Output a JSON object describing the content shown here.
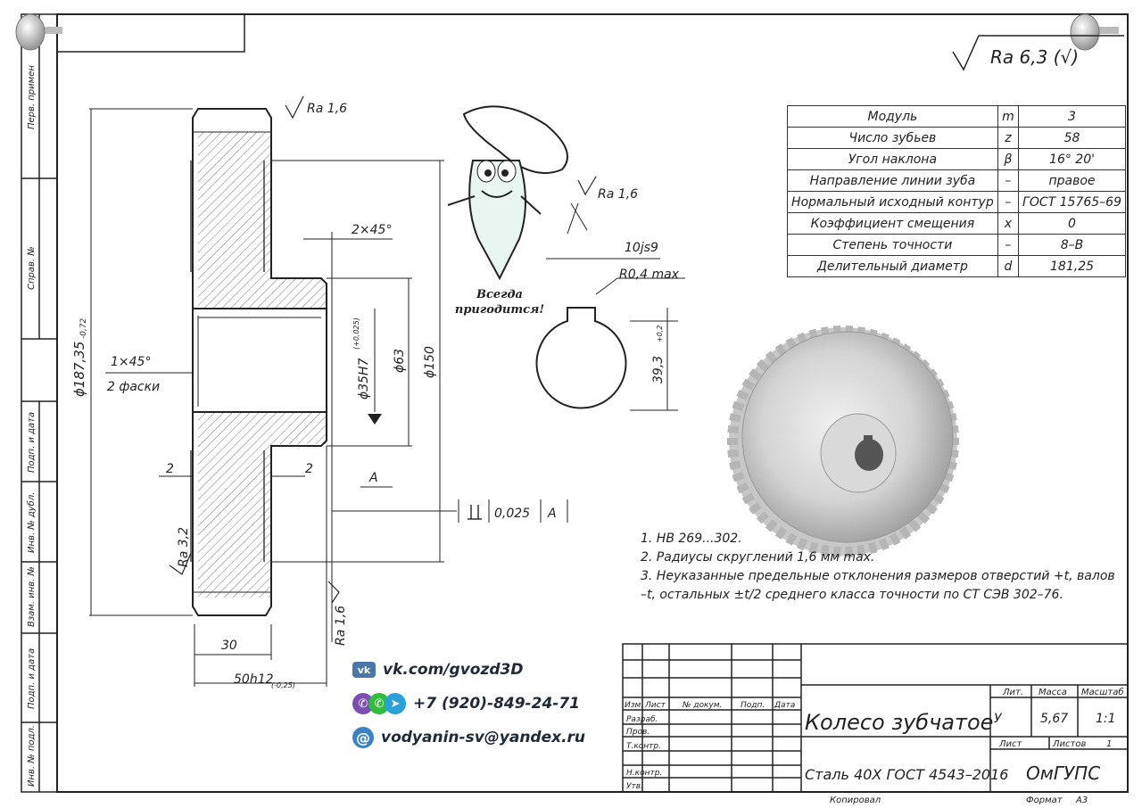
{
  "sheet": {
    "side_stamps": [
      "Перв. примен",
      "Справ. №",
      "Подп. и дата",
      "Инв. № дубл.",
      "Взам. инв. №",
      "Подп. и дата",
      "Инв. № подл."
    ],
    "roughness_general": "Ra 6,3 (√)"
  },
  "drawing": {
    "ra_top": "Ra 1,6",
    "ra_keyway": "Ra 1,6",
    "ra_left": "Ra 3,2",
    "ra_bottom": "Ra 1,6",
    "chamfer_hub": "2×45°",
    "chamfer_bore_1": "1×45°",
    "chamfer_bore_2": "2 фаски",
    "dia_outer": "ϕ187,35",
    "dia_outer_tol": "-0,72",
    "dia_bore": "ϕ35H7",
    "dia_bore_tol": "(+0,025)",
    "dia_hub": "ϕ63",
    "dia_150": "ϕ150",
    "dim_2_left": "2",
    "dim_2_right": "2",
    "dim_30": "30",
    "dim_50": "50h12",
    "dim_50_tol": "(-0,25)",
    "datum": "A",
    "tolerance_value": "0,025",
    "tolerance_datum": "A",
    "keyway_width": "10js9",
    "keyway_radius": "R0,4 max",
    "keyway_depth": "39,3",
    "keyway_depth_tol": "+0,2"
  },
  "mascot": {
    "caption_line1": "Всегда",
    "caption_line2": "пригодится!"
  },
  "parameters": [
    {
      "name": "Модуль",
      "symbol": "m",
      "value": "3"
    },
    {
      "name": "Число зубьев",
      "symbol": "z",
      "value": "58"
    },
    {
      "name": "Угол наклона",
      "symbol": "β",
      "value": "16° 20'"
    },
    {
      "name": "Направление линии зуба",
      "symbol": "–",
      "value": "правое"
    },
    {
      "name": "Нормальный исходный контур",
      "symbol": "–",
      "value": "ГОСТ 15765–69"
    },
    {
      "name": "Коэффициент смещения",
      "symbol": "x",
      "value": "0"
    },
    {
      "name": "Степень точности",
      "symbol": "–",
      "value": "8–В"
    },
    {
      "name": "Делительный диаметр",
      "symbol": "d",
      "value": "181,25"
    }
  ],
  "notes": [
    "1. НВ 269...302.",
    "2. Радиусы скруглений 1,6 мм max.",
    "3. Неуказанные предельные отклонения размеров отверстий +t, валов",
    "–t, остальных ±t/2 среднего класса точности по СТ СЭВ 302–76."
  ],
  "contacts": {
    "vk": "vk.com/gvozd3D",
    "phone": "+7 (920)-849-24-71",
    "email": "vodyanin-sv@yandex.ru"
  },
  "title_block": {
    "headers": [
      "Изм.",
      "Лист",
      "№ докум.",
      "Подп.",
      "Дата"
    ],
    "roles": [
      "Разраб.",
      "Пров.",
      "Т.контр.",
      "",
      "Н.контр.",
      "Утв."
    ],
    "part_name": "Колесо зубчатое",
    "material": "Сталь 40Х  ГОСТ 4543–2016",
    "organization": "ОмГУПС",
    "lit_label": "Лит.",
    "mass_label": "Масса",
    "scale_label": "Масштаб",
    "lit_value": "У",
    "mass_value": "5,67",
    "scale_value": "1:1",
    "sheet_label": "Лист",
    "sheets_label": "Листов",
    "sheets_value": "1",
    "copied": "Копировал",
    "format_label": "Формат",
    "format_value": "А3"
  }
}
